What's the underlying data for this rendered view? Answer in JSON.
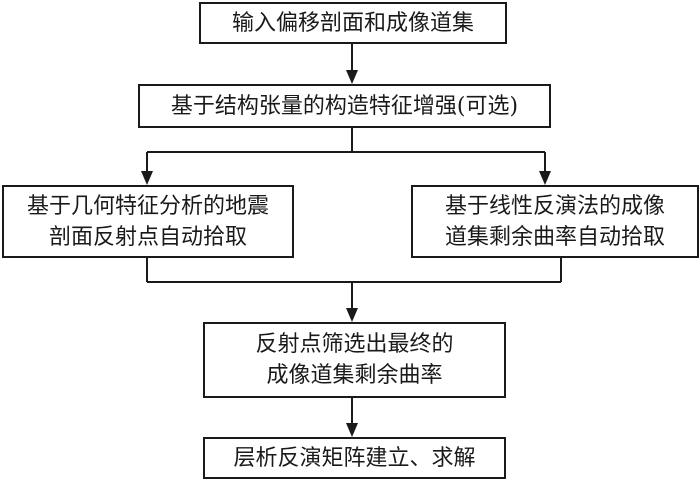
{
  "nodes": {
    "input": {
      "lines": [
        "输入偏移剖面和成像道集"
      ]
    },
    "enhance": {
      "lines": [
        "基于结构张量的构造特征增强(可选)"
      ]
    },
    "left_pick": {
      "lines": [
        "基于几何特征分析的地震",
        "剖面反射点自动拾取"
      ]
    },
    "right_pick": {
      "lines": [
        "基于线性反演法的成像",
        "道集剩余曲率自动拾取"
      ]
    },
    "filter": {
      "lines": [
        "反射点筛选出最终的",
        "成像道集剩余曲率"
      ]
    },
    "solve": {
      "lines": [
        "层析反演矩阵建立、求解"
      ]
    }
  },
  "edges": [
    {
      "from": "input",
      "to": "enhance"
    },
    {
      "from": "enhance",
      "to": "left_pick"
    },
    {
      "from": "enhance",
      "to": "right_pick"
    },
    {
      "from": "left_pick",
      "to": "filter"
    },
    {
      "from": "right_pick",
      "to": "filter"
    },
    {
      "from": "filter",
      "to": "solve"
    }
  ]
}
